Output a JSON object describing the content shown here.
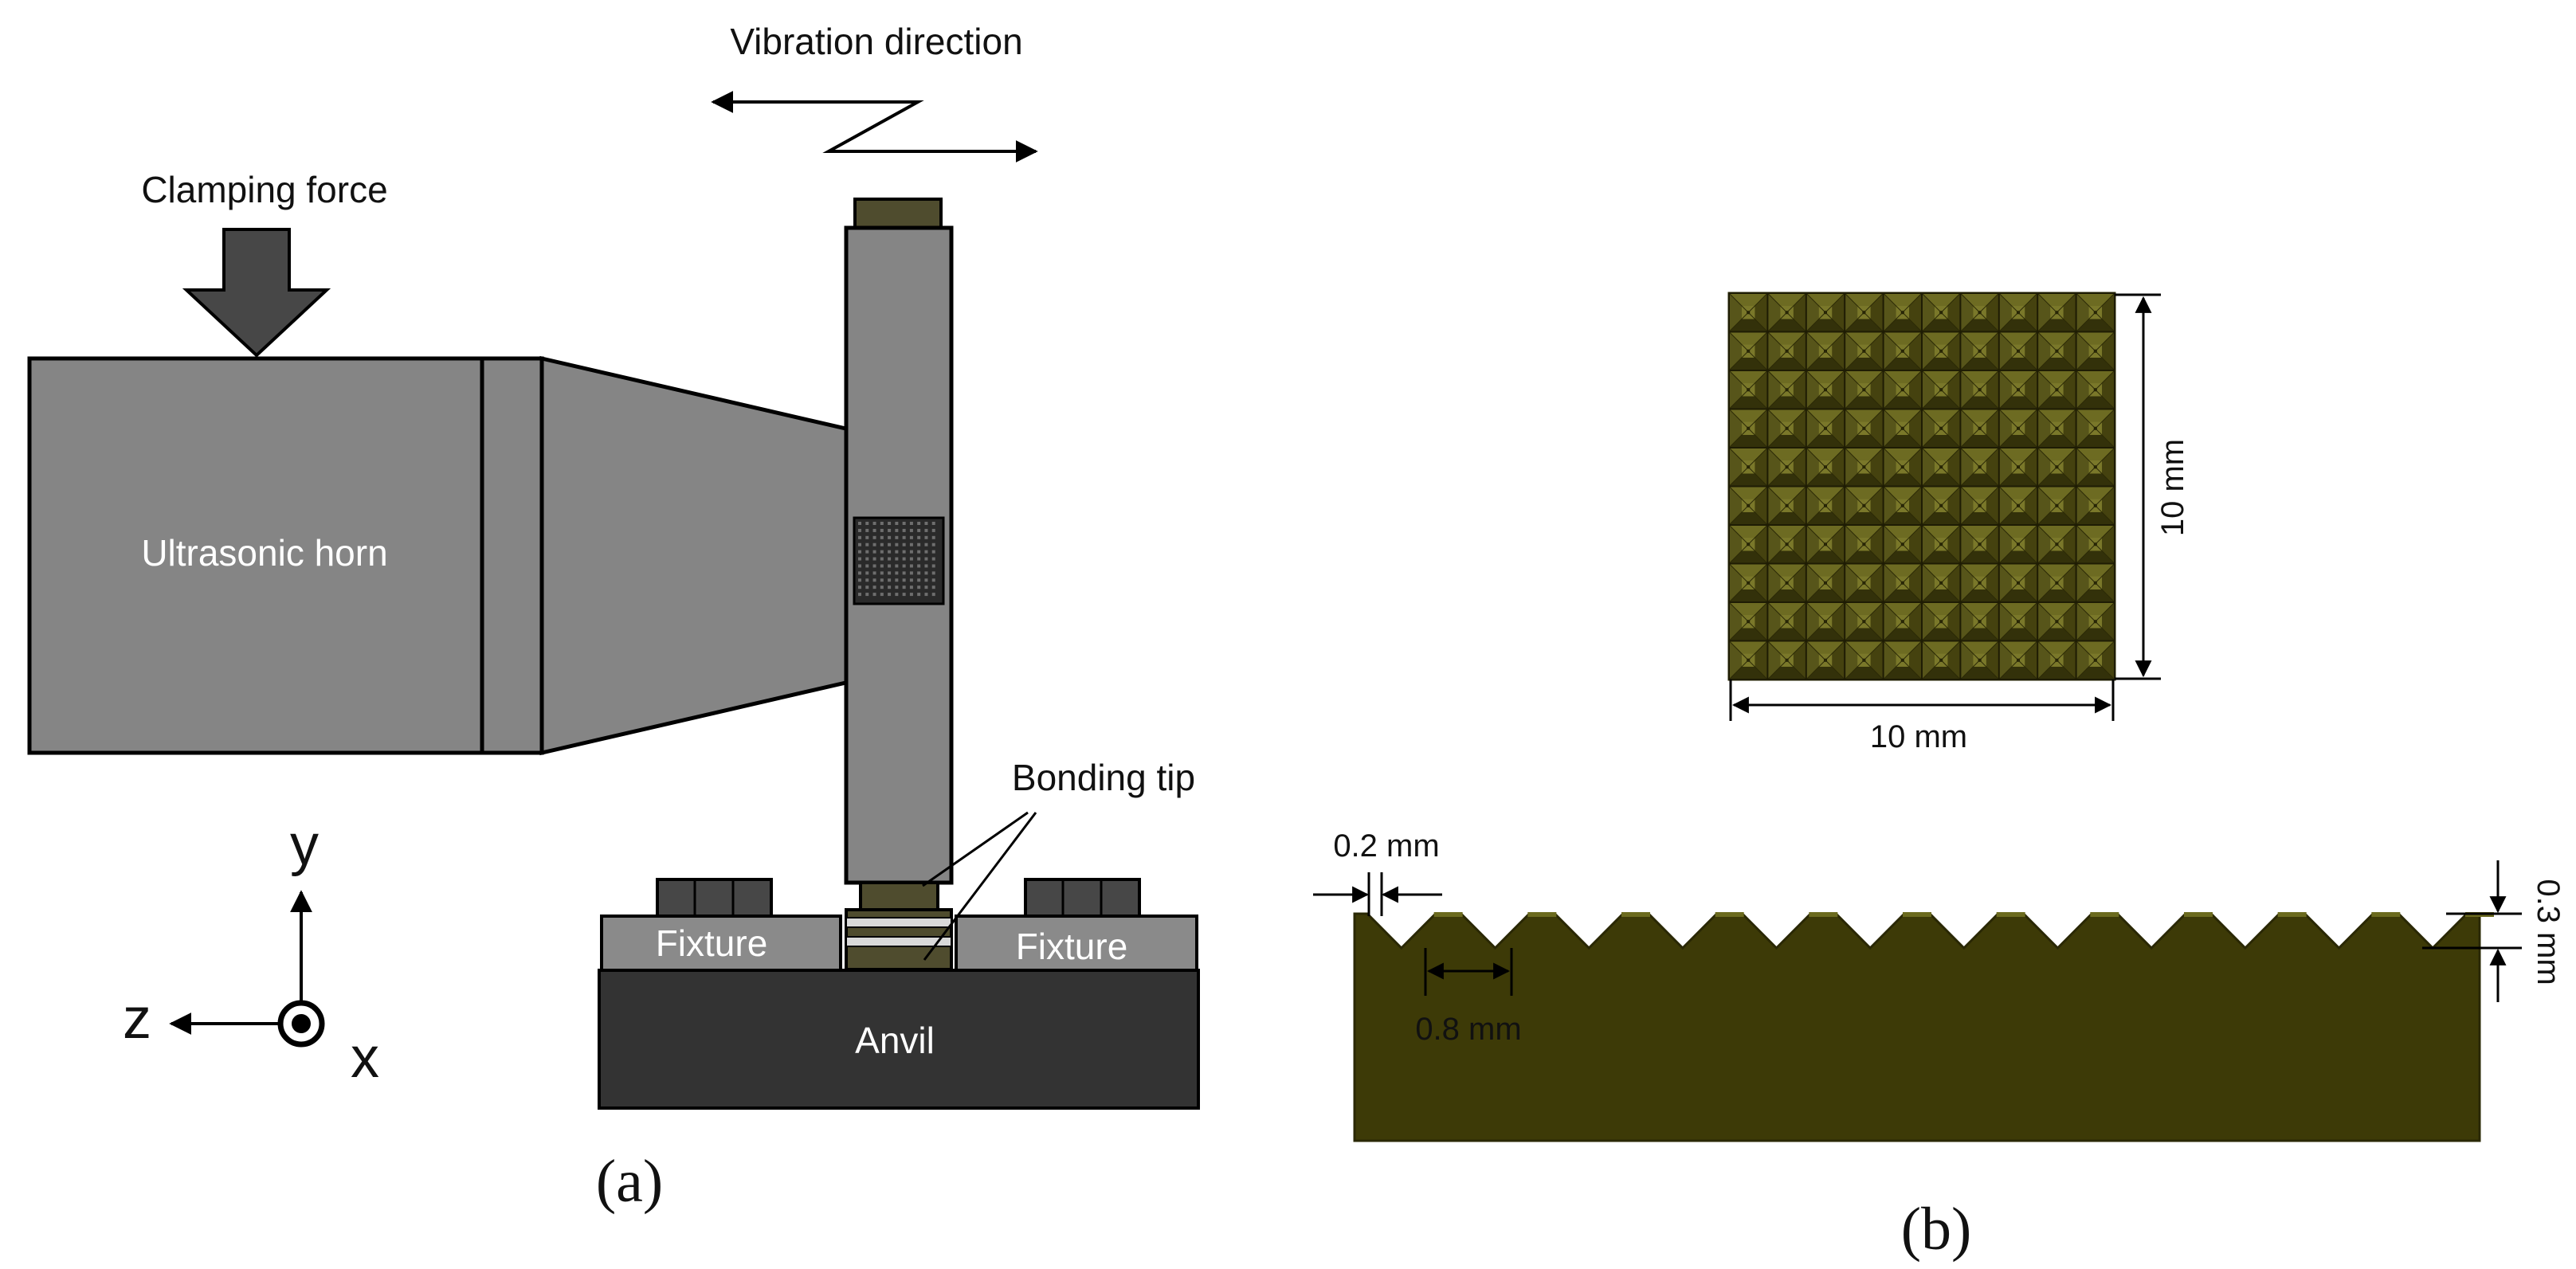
{
  "figure_a": {
    "caption": "(a)",
    "vibration_label": "Vibration direction",
    "clamping_label": "Clamping force",
    "horn_label": "Ultrasonic horn",
    "bonding_tip_label": "Bonding tip",
    "fixture_left_label": "Fixture",
    "fixture_right_label": "Fixture",
    "anvil_label": "Anvil",
    "axes": {
      "y": "y",
      "z": "z",
      "x": "x"
    }
  },
  "figure_b": {
    "caption": "(b)",
    "width_label": "10 mm",
    "height_label": "10 mm",
    "tip_width_label": "0.2 mm",
    "pitch_label": "0.8 mm",
    "depth_label": "0.3 mm",
    "grid_cells": 10,
    "teeth_count": 12
  },
  "colors": {
    "horn_gray": "#858585",
    "dark_gray": "#474747",
    "anvil": "#333333",
    "fixture_gray": "#8a8a8a",
    "olive": "#3d3a07",
    "olive_light": "#6b6a1e",
    "pattern_dot": "#222222"
  }
}
